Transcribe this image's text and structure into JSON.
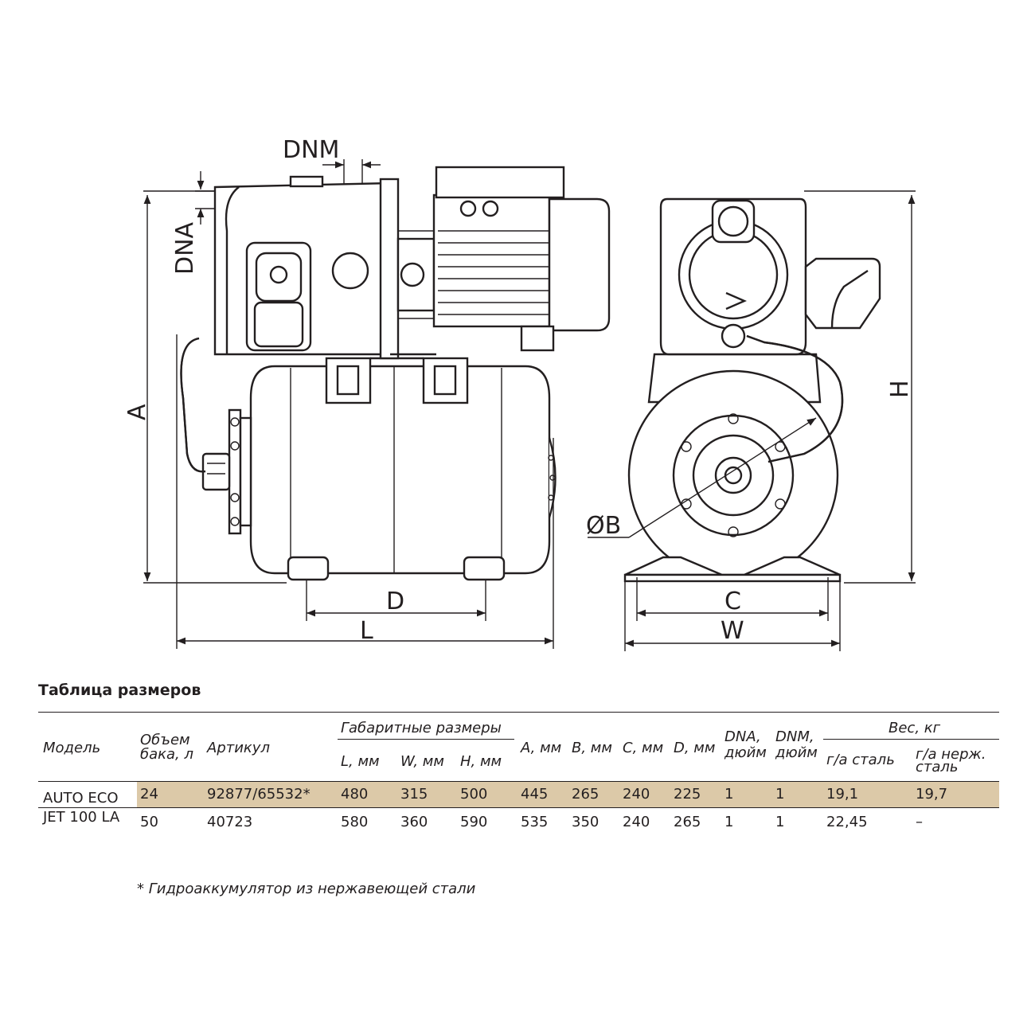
{
  "drawing": {
    "labels": {
      "dnm": "DNM",
      "dna": "DNA",
      "a": "A",
      "h": "H",
      "b": "ØB",
      "c": "C",
      "d": "D",
      "l": "L",
      "w": "W"
    }
  },
  "table": {
    "title": "Таблица размеров",
    "headers": {
      "model": "Модель",
      "volume_line1": "Объем",
      "volume_line2": "бака, л",
      "article": "Артикул",
      "overall": "Габаритные размеры",
      "l": "L, мм",
      "w": "W, мм",
      "h": "H, мм",
      "a": "A, мм",
      "b": "B, мм",
      "c": "C, мм",
      "d": "D, мм",
      "dna_line1": "DNA,",
      "dna_line2": "дюйм",
      "dnm_line1": "DNM,",
      "dnm_line2": "дюйм",
      "weight": "Вес, кг",
      "weight_steel": "г/а сталь",
      "weight_stainless_line1": "г/а нерж.",
      "weight_stainless_line2": "сталь"
    },
    "model_line1": "AUTO ECO",
    "model_line2": "JET 100 LA",
    "rows": [
      {
        "volume": "24",
        "article": "92877/65532*",
        "l": "480",
        "w": "315",
        "h": "500",
        "a": "445",
        "b": "265",
        "c": "240",
        "d": "225",
        "dna": "1",
        "dnm": "1",
        "weight_steel": "19,1",
        "weight_stainless": "19,7"
      },
      {
        "volume": "50",
        "article": "40723",
        "l": "580",
        "w": "360",
        "h": "590",
        "a": "535",
        "b": "350",
        "c": "240",
        "d": "265",
        "dna": "1",
        "dnm": "1",
        "weight_steel": "22,45",
        "weight_stainless": "–"
      }
    ],
    "highlight_color": "#dcc9a8"
  },
  "footnote": "* Гидроаккумулятор из нержавеющей стали"
}
